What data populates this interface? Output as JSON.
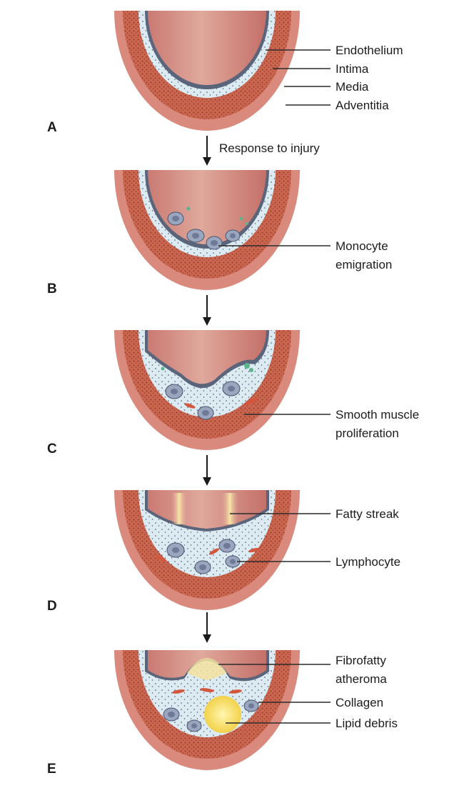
{
  "panels": [
    {
      "letter": "A",
      "labels": [
        "Endothelium",
        "Intima",
        "Media",
        "Adventitia"
      ]
    },
    {
      "letter": "B",
      "labels": [
        "Monocyte",
        "emigration"
      ]
    },
    {
      "letter": "C",
      "labels": [
        "Smooth muscle",
        "proliferation"
      ]
    },
    {
      "letter": "D",
      "labels": [
        "Fatty streak",
        "Lymphocyte"
      ]
    },
    {
      "letter": "E",
      "labels": [
        "Fibrofatty",
        "atheroma",
        "Collagen",
        "Lipid debris"
      ]
    }
  ],
  "transition_label": "Response to injury",
  "colors": {
    "adventitia": "#d98a7c",
    "media": "#c9664f",
    "media_dots": "#8e2f24",
    "intima": "#dcebf2",
    "endothelium": "#5a647a",
    "lumen": "#cf8880",
    "lumen_highlight": "#f0c8b8",
    "cell": "#9aa6bd",
    "cell_nucleus": "#6e7a98",
    "lipid": "#f6e06a",
    "fatty_streak": "#f3e2a0"
  }
}
